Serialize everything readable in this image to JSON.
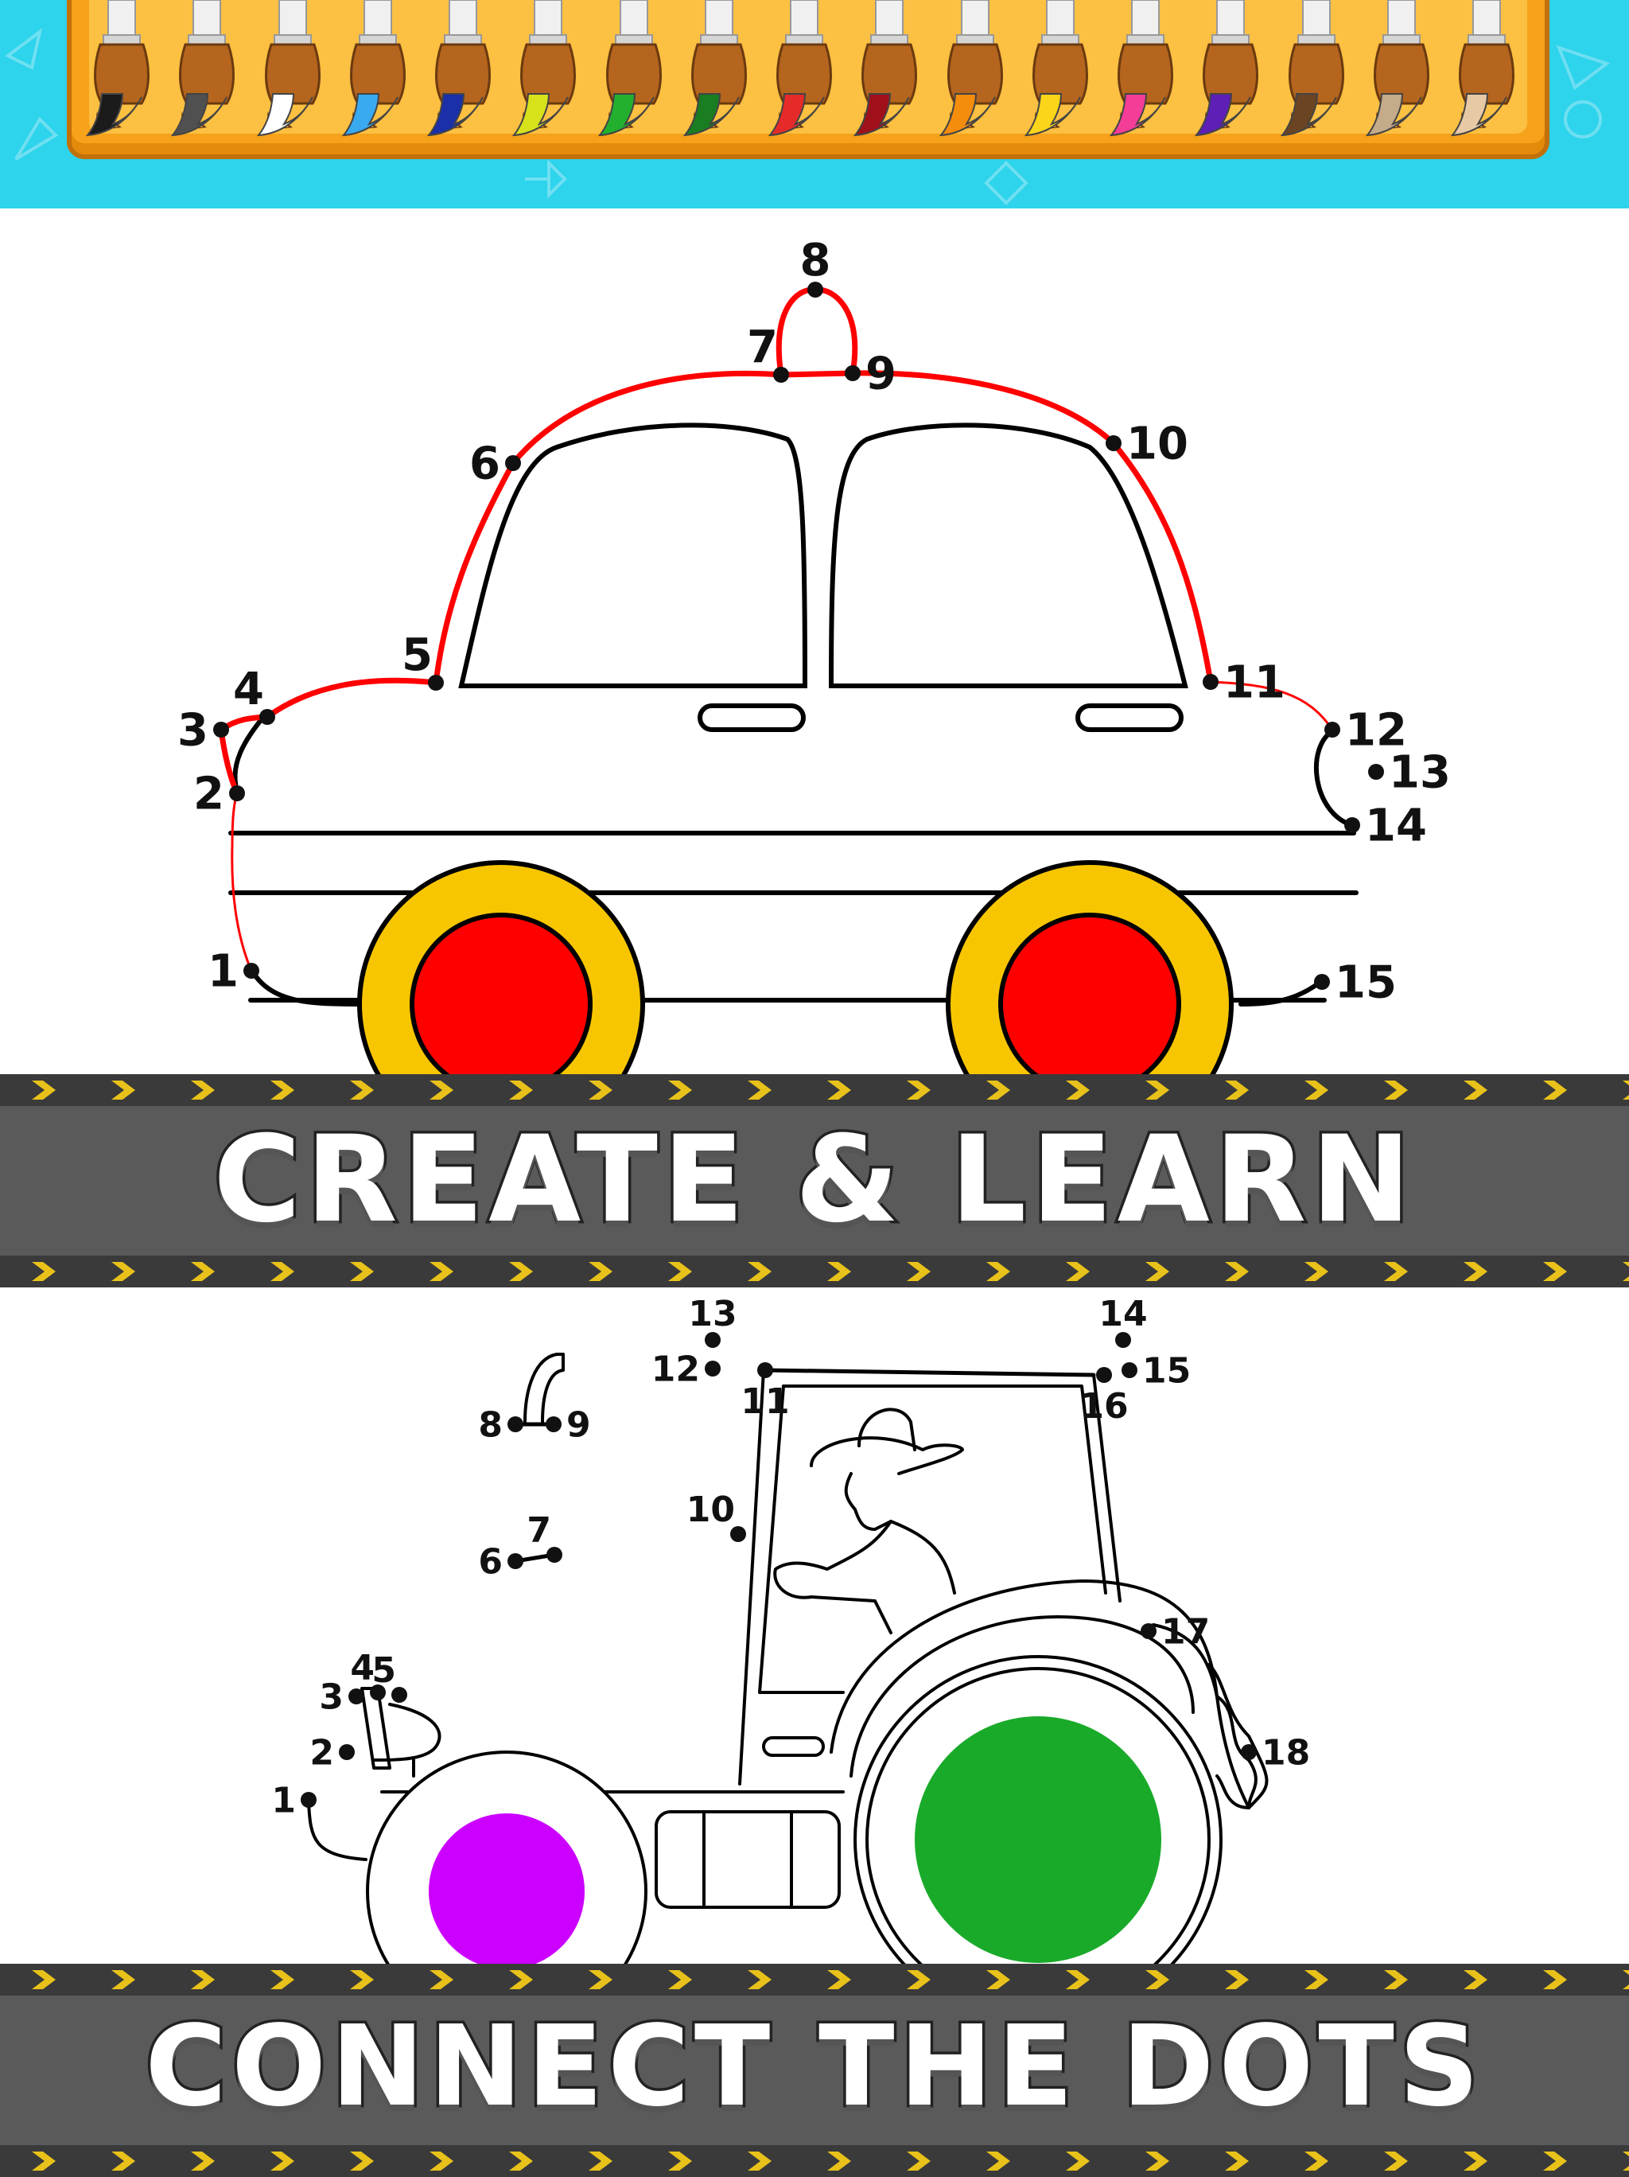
{
  "palette": {
    "colors": [
      "#1b1b1b",
      "#505050",
      "#ffffff",
      "#39a9f0",
      "#1a2fa8",
      "#d7e21b",
      "#22b02e",
      "#1b7d22",
      "#e52a2a",
      "#a0101a",
      "#f48c0c",
      "#fbd519",
      "#f33d96",
      "#5d1fb5",
      "#6b4423",
      "#c4ab8a",
      "#e8c9a6"
    ],
    "brush_color_names": [
      "black",
      "dark-gray",
      "white",
      "sky-blue",
      "navy",
      "yellow-green",
      "green",
      "dark-green",
      "red",
      "dark-red",
      "orange",
      "yellow",
      "pink",
      "purple",
      "brown",
      "tan",
      "peach"
    ]
  },
  "car": {
    "dot_labels": [
      "1",
      "2",
      "3",
      "4",
      "5",
      "6",
      "7",
      "8",
      "9",
      "10",
      "11",
      "12",
      "13",
      "14",
      "15"
    ],
    "line_color": "#ff0000",
    "wheel_rim": "#f7c600",
    "wheel_hub": "#ff0000"
  },
  "tractor": {
    "dot_labels": [
      "1",
      "2",
      "3",
      "4",
      "5",
      "6",
      "7",
      "8",
      "9",
      "10",
      "11",
      "12",
      "13",
      "14",
      "15",
      "16",
      "17",
      "18"
    ],
    "small_wheel_hub": "#cc00ff",
    "big_wheel_hub": "#1aaa2a"
  },
  "banners": {
    "top": "CREATE & LEARN",
    "bottom": "CONNECT THE DOTS"
  }
}
